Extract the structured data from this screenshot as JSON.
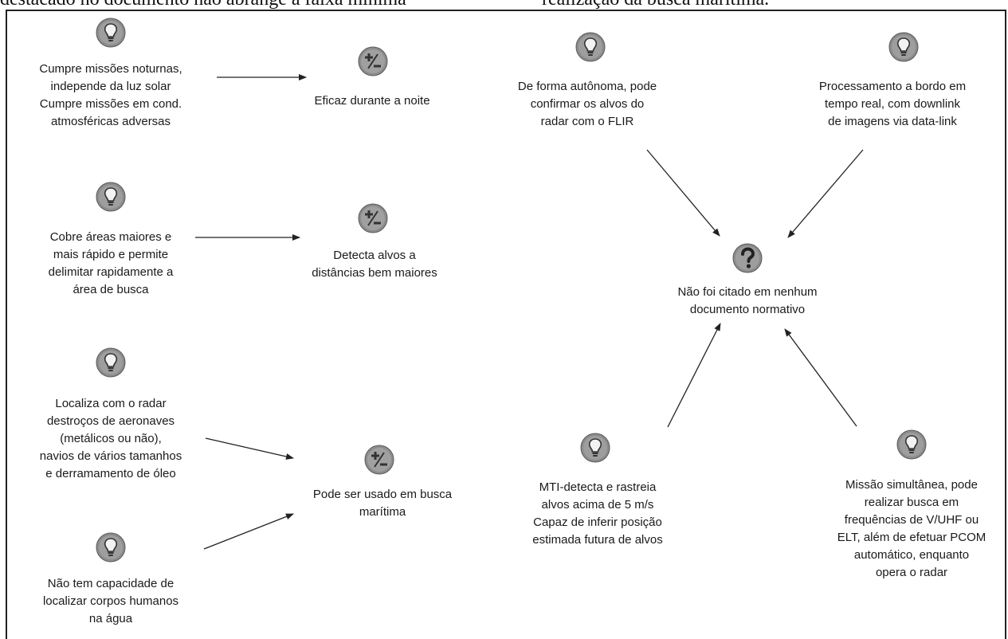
{
  "header": {
    "left_fragment": "destacado no documento não abrange a faixa mínima",
    "right_fragment": "realização da busca marítima."
  },
  "nodes": {
    "idea_noturnas": "Cumpre missões noturnas,\nindepende da luz solar\nCumpre missões em cond.\natmosféricas adversas",
    "pro_noite": "Eficaz durante a noite",
    "idea_areas": "Cobre áreas maiores e\nmais rápido e permite\ndelimitar rapidamente a\nárea de busca",
    "pro_distancias": "Detecta alvos a\ndistâncias bem maiores",
    "idea_destrocos": "Localiza com o radar\ndestroços de aeronaves\n(metálicos ou não),\nnavios de vários tamanhos\ne derramamento de óleo",
    "pro_busca": "Pode ser usado em busca\nmarítima",
    "idea_corpos": "Não tem capacidade de\nlocalizar corpos humanos\nna água",
    "idea_flir": "De forma autônoma, pode\nconfirmar os alvos do\nradar com o FLIR",
    "idea_processamento": "Processamento a bordo em\ntempo real, com downlink\nde imagens via data-link",
    "question_nao_citado": "Não foi citado em nenhum\ndocumento normativo",
    "idea_mti": "MTI-detecta e rastreia\nalvos acima de 5 m/s\nCapaz de inferir posição\nestimada futura de alvos",
    "idea_missao": "Missão simultânea, pode\nrealizar busca em\nfrequências de V/UHF ou\nELT, além de efetuar PCOM\nautomático, enquanto\nopera o radar"
  },
  "icons": {
    "idea": "lightbulb-icon",
    "pro_con": "plus-minus-icon",
    "question": "question-mark-icon"
  },
  "colors": {
    "icon_fill": "#8c8c8c",
    "icon_dark": "#4a4a4a",
    "text": "#1a1a1a",
    "line": "#222222"
  }
}
